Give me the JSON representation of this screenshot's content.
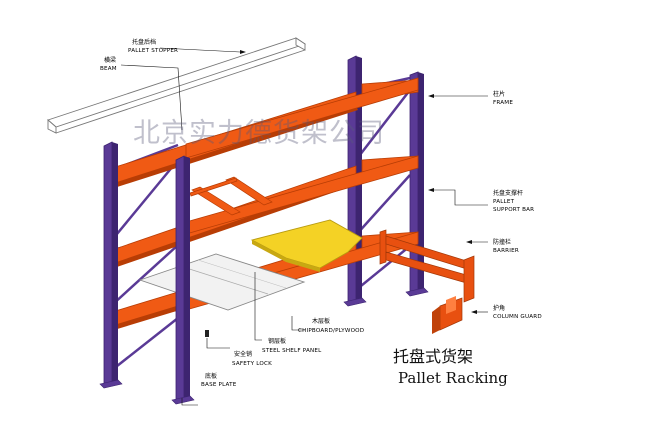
{
  "watermark": "北京实力德货架公司",
  "title": {
    "cn": "托盘式货架",
    "en": "Pallet Racking"
  },
  "labels": {
    "pallet_stopper": {
      "cn": "托盘后档",
      "en": "PALLET STOPPER"
    },
    "beam": {
      "cn": "横梁",
      "en": "BEAM"
    },
    "frame": {
      "cn": "柱片",
      "en": "FRAME"
    },
    "pallet_support_bar": {
      "cn": "托盘支撑杆",
      "en1": "PALLET",
      "en2": "SUPPORT BAR"
    },
    "barrier": {
      "cn": "防撞栏",
      "en": "BARRIER"
    },
    "column_guard": {
      "cn": "护角",
      "en": "COLUMN GUARD"
    },
    "chipboard": {
      "cn": "木层板",
      "en": "CHIPBOARD/PLYWOOD"
    },
    "steel_shelf": {
      "cn": "钢层板",
      "en": "STEEL SHELF PANEL"
    },
    "safety_lock": {
      "cn": "安全销",
      "en": "SAFETY LOCK"
    },
    "base_plate": {
      "cn": "底板",
      "en": "BASE PLATE"
    }
  },
  "colors": {
    "upright": "#5a3a96",
    "upright_dark": "#3d2470",
    "beam": "#f05a14",
    "beam_dark": "#b83d05",
    "guard": "#e85010",
    "chipboard": "#f4d225"
  }
}
